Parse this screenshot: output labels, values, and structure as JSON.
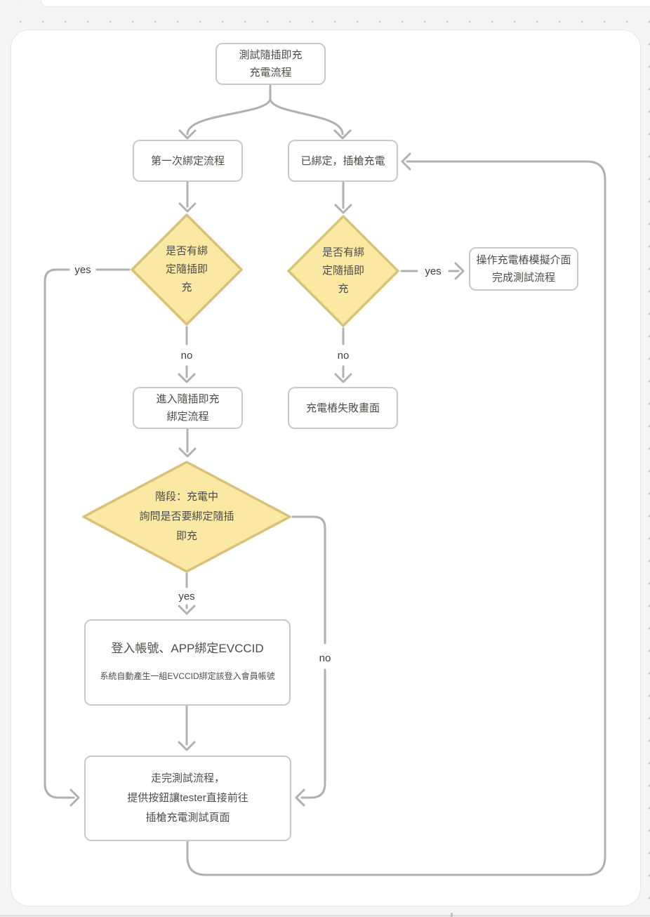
{
  "palette": {
    "canvas_bg": "#f4f4f4",
    "page_bg": "#ffffff",
    "dot": "#c9c9c9",
    "edge": "#b0b0b0",
    "box_bg": "#ffffff",
    "box_border": "#c9c9c9",
    "diamond_bg": "#fae8a3",
    "diamond_border": "#d8c178",
    "text": "#4d4d47",
    "label_text": "#3f3f3f"
  },
  "nodes": {
    "start": {
      "lines": [
        "測試隨插即充",
        "充電流程"
      ]
    },
    "first_bind": {
      "lines": [
        "第一次綁定流程"
      ]
    },
    "already_bound": {
      "lines": [
        "已綁定，插槍充電"
      ]
    },
    "decision_left": {
      "lines": [
        "是否有綁",
        "定隨插即",
        "充"
      ]
    },
    "decision_right": {
      "lines": [
        "是否有綁",
        "定隨插即",
        "充"
      ]
    },
    "simulate": {
      "lines": [
        "操作充電樁模擬介面",
        "完成測試流程"
      ]
    },
    "enter_bind": {
      "lines": [
        "進入隨插即充",
        "綁定流程"
      ]
    },
    "fail_screen": {
      "lines": [
        "充電樁失敗畫面"
      ]
    },
    "decision_charging": {
      "lines": [
        "階段：充電中",
        "詢問是否要綁定隨插",
        "即充"
      ]
    },
    "login_bind": {
      "title": "登入帳號、APP綁定EVCCID",
      "subtitle": "系統自動產生一組EVCCID綁定該登入會員帳號"
    },
    "finish": {
      "lines": [
        "走完測試流程，",
        "提供按鈕讓tester直接前往",
        "插槍充電測試頁面"
      ]
    }
  },
  "edge_labels": {
    "yes_left": "yes",
    "yes_right": "yes",
    "no_left": "no",
    "no_right": "no",
    "yes_bottom": "yes",
    "no_bottom": "no"
  }
}
